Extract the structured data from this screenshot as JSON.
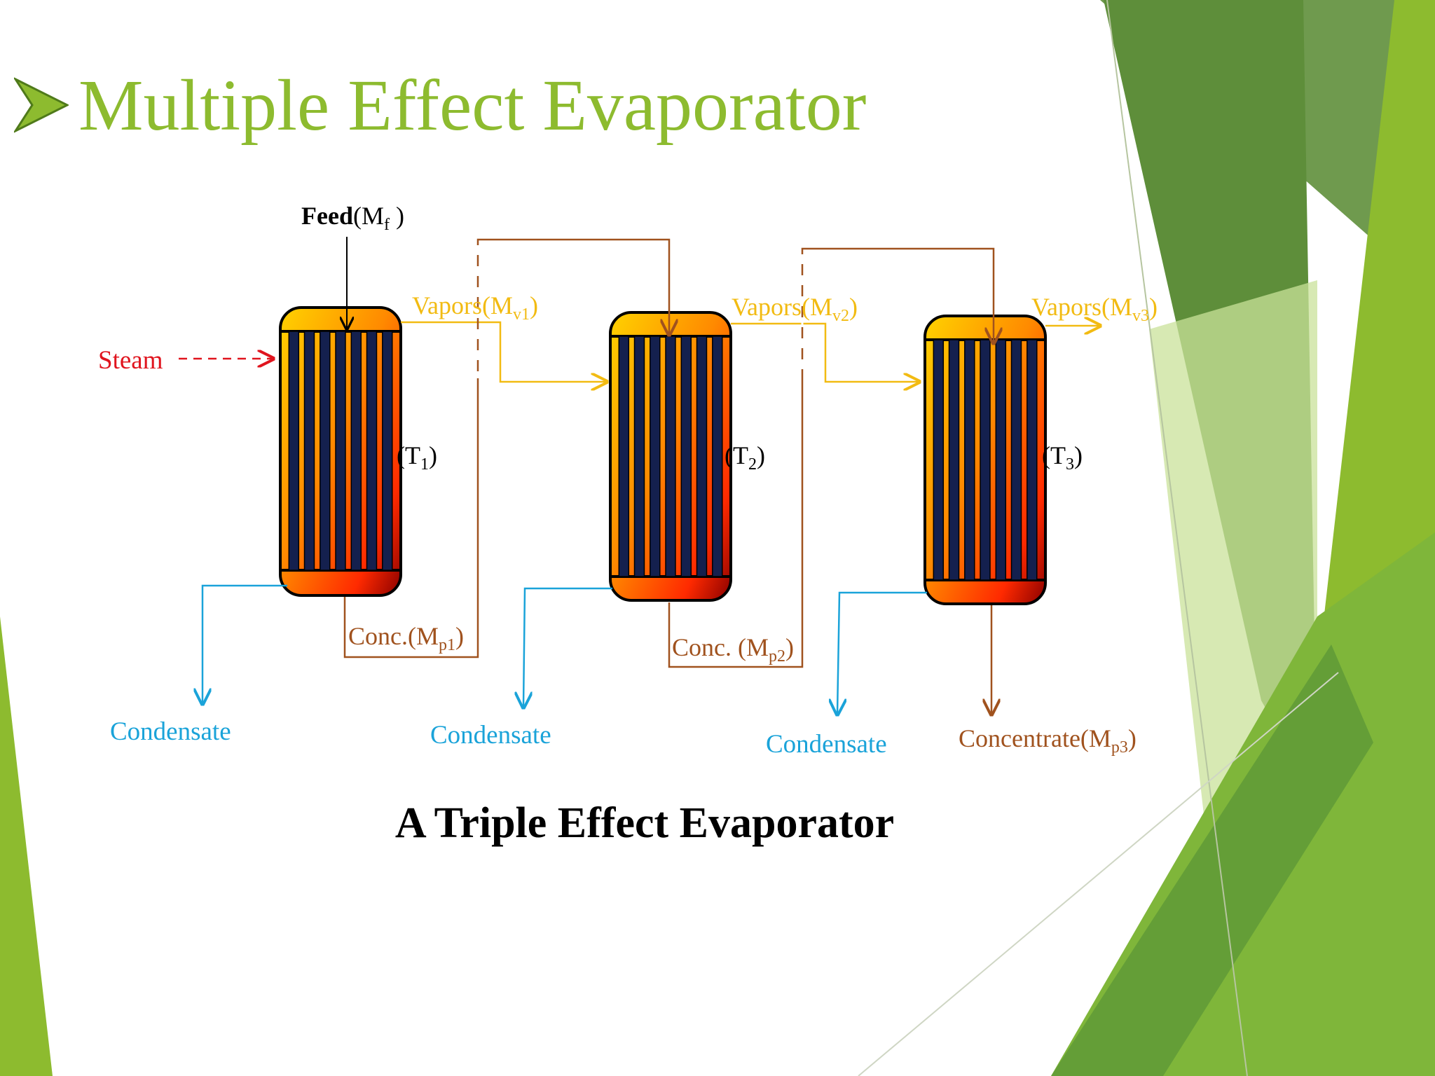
{
  "slide": {
    "title": "Multiple  Effect Evaporator",
    "bullet_icon": "arrow-bullet-icon",
    "caption": "A Triple Effect Evaporator"
  },
  "diagram": {
    "feed": {
      "label": "Feed",
      "mass_prefix": "(M",
      "sub": "f",
      "suffix": " )"
    },
    "steam": {
      "label": "Steam"
    },
    "effects": [
      {
        "temp_prefix": "(T",
        "temp_sub": "1",
        "temp_suffix": ")",
        "vapor": {
          "prefix": "Vapors(M",
          "sub": "v1",
          "suffix": ")"
        },
        "product": {
          "prefix": "Conc.(M",
          "sub": "p1",
          "suffix": ")"
        },
        "condensate": "Condensate"
      },
      {
        "temp_prefix": "(T",
        "temp_sub": "2",
        "temp_suffix": ")",
        "vapor": {
          "prefix": "Vapors(M",
          "sub": "v2",
          "suffix": ")"
        },
        "product": {
          "prefix": "Conc. (M",
          "sub": "p2",
          "suffix": ")"
        },
        "condensate": "Condensate"
      },
      {
        "temp_prefix": "(T",
        "temp_sub": "3",
        "temp_suffix": ")",
        "vapor": {
          "prefix": "Vapors(M",
          "sub": "v3",
          "suffix": ")"
        },
        "product": {
          "prefix": "Concentrate(M",
          "sub": "p3",
          "suffix": ")"
        },
        "condensate": "Condensate"
      }
    ]
  },
  "colors": {
    "title_green": "#8dbb2f",
    "steam_red": "#e0141e",
    "vapor_yellow": "#f2bb12",
    "product_brown": "#a0521e",
    "condensate_blue": "#1aa3d9",
    "feed_black": "#000000",
    "tube_navy": "#14204e",
    "deco_green_dark": "#6f9a4e",
    "deco_green_mid": "#8dbb2f",
    "deco_green_light": "#c9e19a"
  }
}
